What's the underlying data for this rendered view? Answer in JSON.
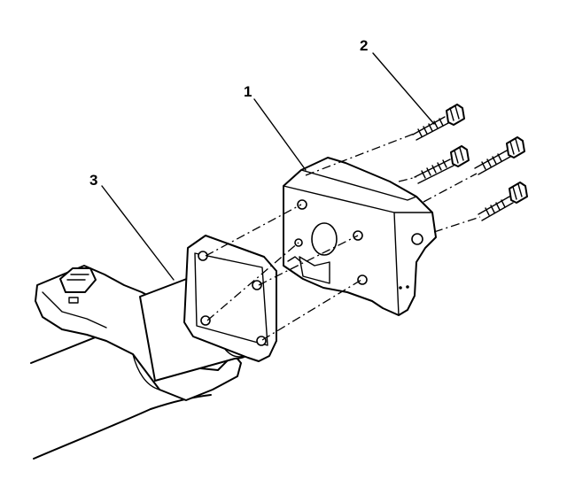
{
  "diagram": {
    "callouts": [
      {
        "id": "1",
        "text": "1"
      },
      {
        "id": "2",
        "text": "2"
      },
      {
        "id": "3",
        "text": "3"
      }
    ],
    "parts": {
      "1": "bracket-housing",
      "2": "bolts",
      "3": "shaft-with-flange"
    },
    "line_color": "#000000",
    "background": "#ffffff"
  }
}
